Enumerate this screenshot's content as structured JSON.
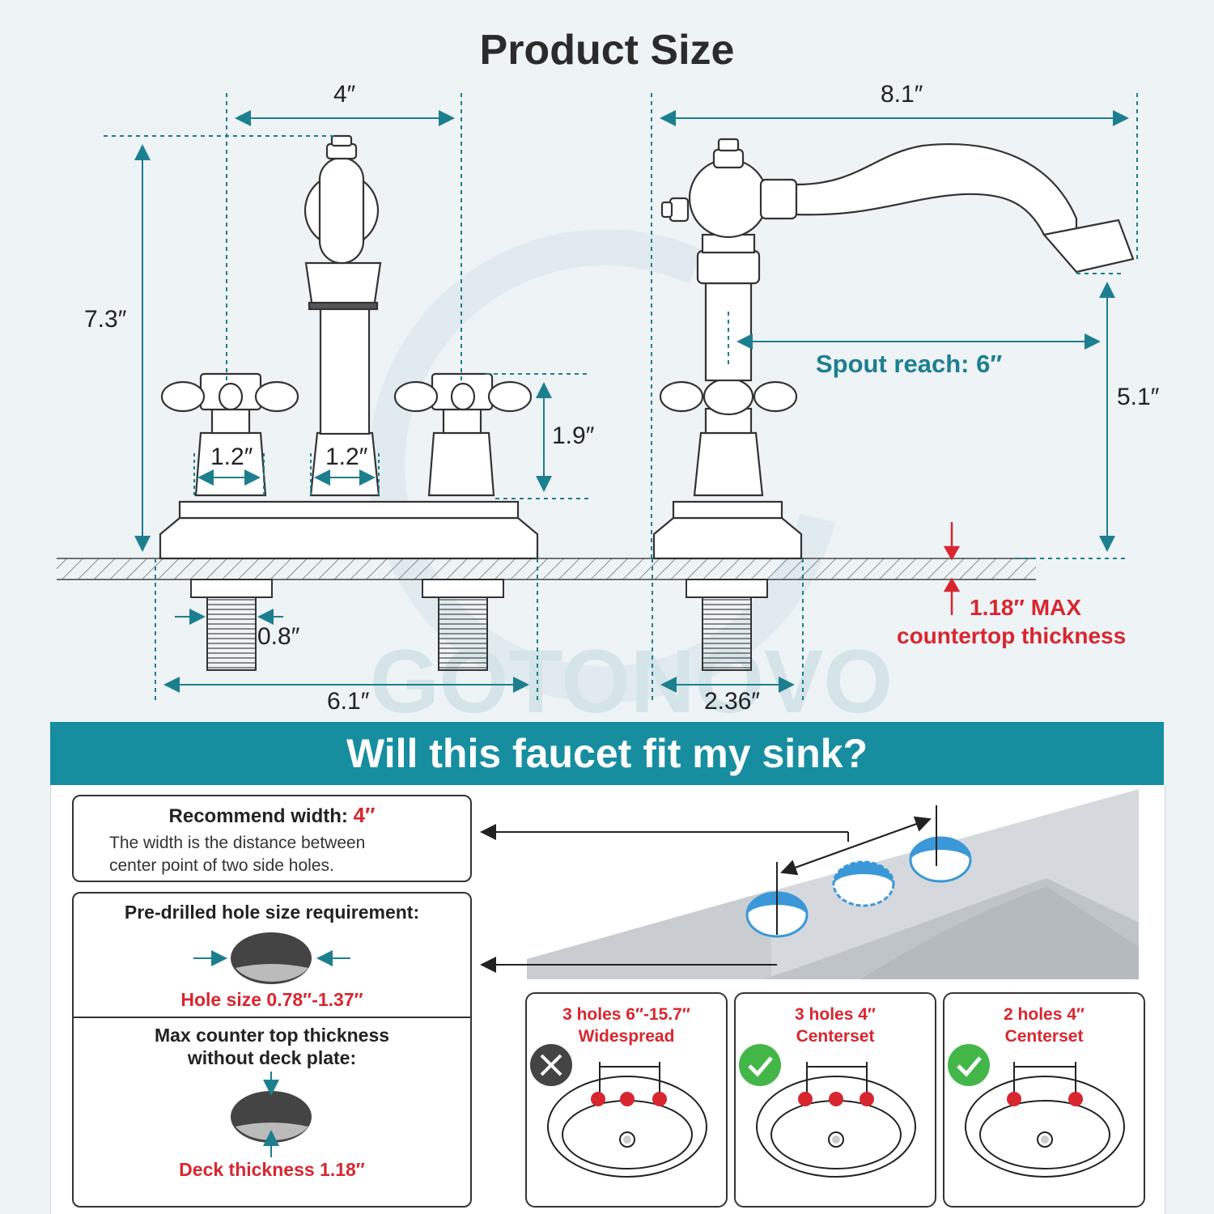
{
  "title": "Product Size",
  "dimensions": {
    "top_width": "4″",
    "overall_length": "8.1″",
    "height": "7.3″",
    "handle_height": "1.9″",
    "spout_reach": "Spout reach: 6″",
    "spout_height": "5.1″",
    "base_width_left": "1.2″",
    "base_width_center": "1.2″",
    "shank": "0.8″",
    "overall_base": "6.1″",
    "side_base": "2.36″",
    "max_thickness_line1": "1.18″ MAX",
    "max_thickness_line2": "countertop thickness"
  },
  "watermark": "GOTONOVO",
  "fit_title": "Will this faucet fit my sink?",
  "recommend": {
    "label": "Recommend width:",
    "value": "4″",
    "desc_line1": "The width is the distance between",
    "desc_line2": "center point of two side holes."
  },
  "hole": {
    "title": "Pre-drilled hole size requirement:",
    "size": "Hole size 0.78″-1.37″"
  },
  "thickness": {
    "title_line1": "Max counter top thickness",
    "title_line2": "without deck plate:",
    "value": "Deck thickness 1.18″"
  },
  "sinks": [
    {
      "line1": "3 holes 6″-15.7″",
      "line2": "Widespread",
      "ok": false
    },
    {
      "line1": "3 holes 4″",
      "line2": "Centerset",
      "ok": true
    },
    {
      "line1": "2 holes 4″",
      "line2": "Centerset",
      "ok": true
    }
  ],
  "colors": {
    "teal": "#1c7f8f",
    "banner": "#168ea0",
    "red": "#d8262f",
    "check": "#43b648",
    "cross": "#444444",
    "hole_blue": "#3a98d8"
  }
}
